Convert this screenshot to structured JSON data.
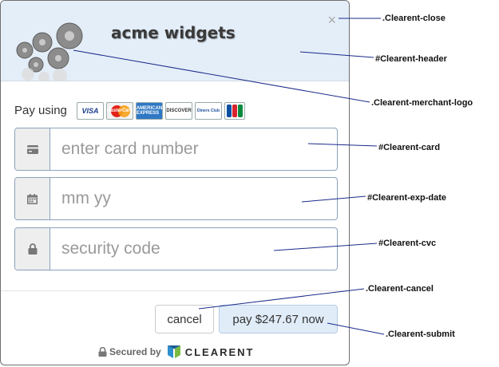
{
  "merchant": {
    "name": "acme widgets"
  },
  "header": {
    "close_symbol": "×"
  },
  "payment": {
    "pay_using_label": "Pay using",
    "card_brands": [
      "VISA",
      "MasterCard",
      "AMERICAN EXPRESS",
      "DISCOVER",
      "Diners Club",
      "JCB"
    ]
  },
  "fields": {
    "card": {
      "placeholder": "enter card number",
      "icon": "credit-card-icon"
    },
    "exp": {
      "placeholder": "mm yy",
      "icon": "calendar-icon"
    },
    "cvc": {
      "placeholder": "security code",
      "icon": "lock-icon"
    }
  },
  "actions": {
    "cancel_label": "cancel",
    "submit_label": "pay $247.67 now"
  },
  "footer": {
    "secured_by": "Secured by",
    "brand": "CLEARENT"
  },
  "annotations": {
    "close": ".Clearent-close",
    "header": "#Clearent-header",
    "logo": ".Clearent-merchant-logo",
    "card": "#Clearent-card",
    "exp": "#Clearent-exp-date",
    "cvc": "#Clearent-cvc",
    "cancel": ".Clearent-cancel",
    "submit": ".Clearent-submit"
  },
  "colors": {
    "header_bg": "#e4eef9",
    "field_border": "#8aa2bb",
    "submit_bg": "#e0ecf8",
    "annotation_line": "#1a2b8a"
  }
}
